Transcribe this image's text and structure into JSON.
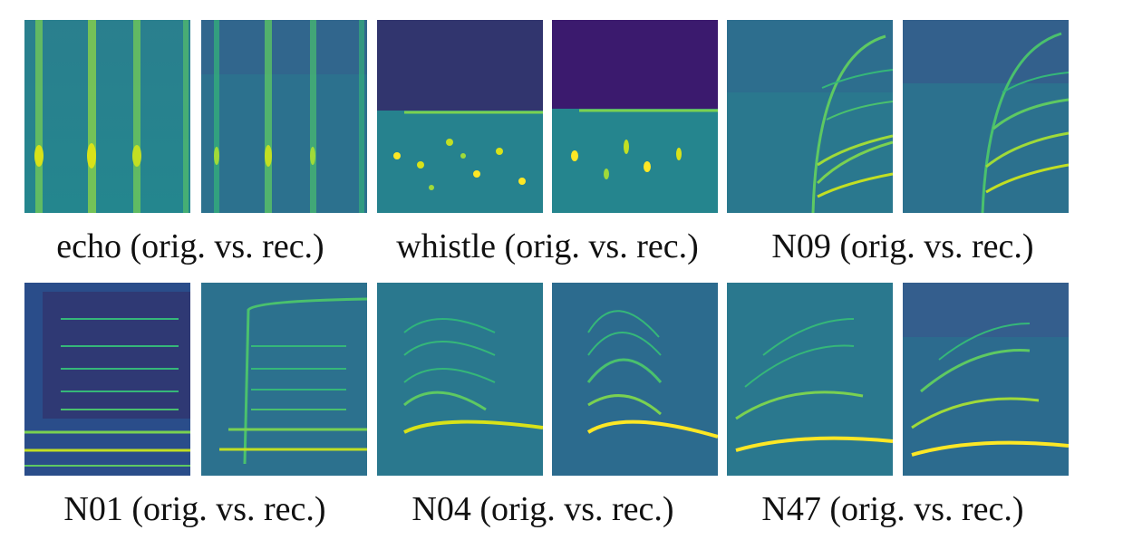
{
  "figure": {
    "colors": {
      "background": "#ffffff",
      "spec_dark": "#3b1a6e",
      "spec_mid": "#21918c",
      "spec_bright": "#fde725"
    },
    "rows": [
      {
        "groups": [
          {
            "caption": "echo (orig. vs. rec.)",
            "panels": [
              "echo original spectrogram",
              "echo reconstructed spectrogram"
            ]
          },
          {
            "caption": "whistle (orig. vs. rec.)",
            "panels": [
              "whistle original spectrogram",
              "whistle reconstructed spectrogram"
            ]
          },
          {
            "caption": "N09 (orig. vs. rec.)",
            "panels": [
              "N09 original spectrogram",
              "N09 reconstructed spectrogram"
            ]
          }
        ]
      },
      {
        "groups": [
          {
            "caption": "N01 (orig. vs. rec.)",
            "panels": [
              "N01 original spectrogram",
              "N01 reconstructed spectrogram"
            ]
          },
          {
            "caption": "N04 (orig. vs. rec.)",
            "panels": [
              "N04 original spectrogram",
              "N04 reconstructed spectrogram"
            ]
          },
          {
            "caption": "N47 (orig. vs. rec.)",
            "panels": [
              "N47 original spectrogram",
              "N47 reconstructed spectrogram"
            ]
          }
        ]
      }
    ]
  }
}
